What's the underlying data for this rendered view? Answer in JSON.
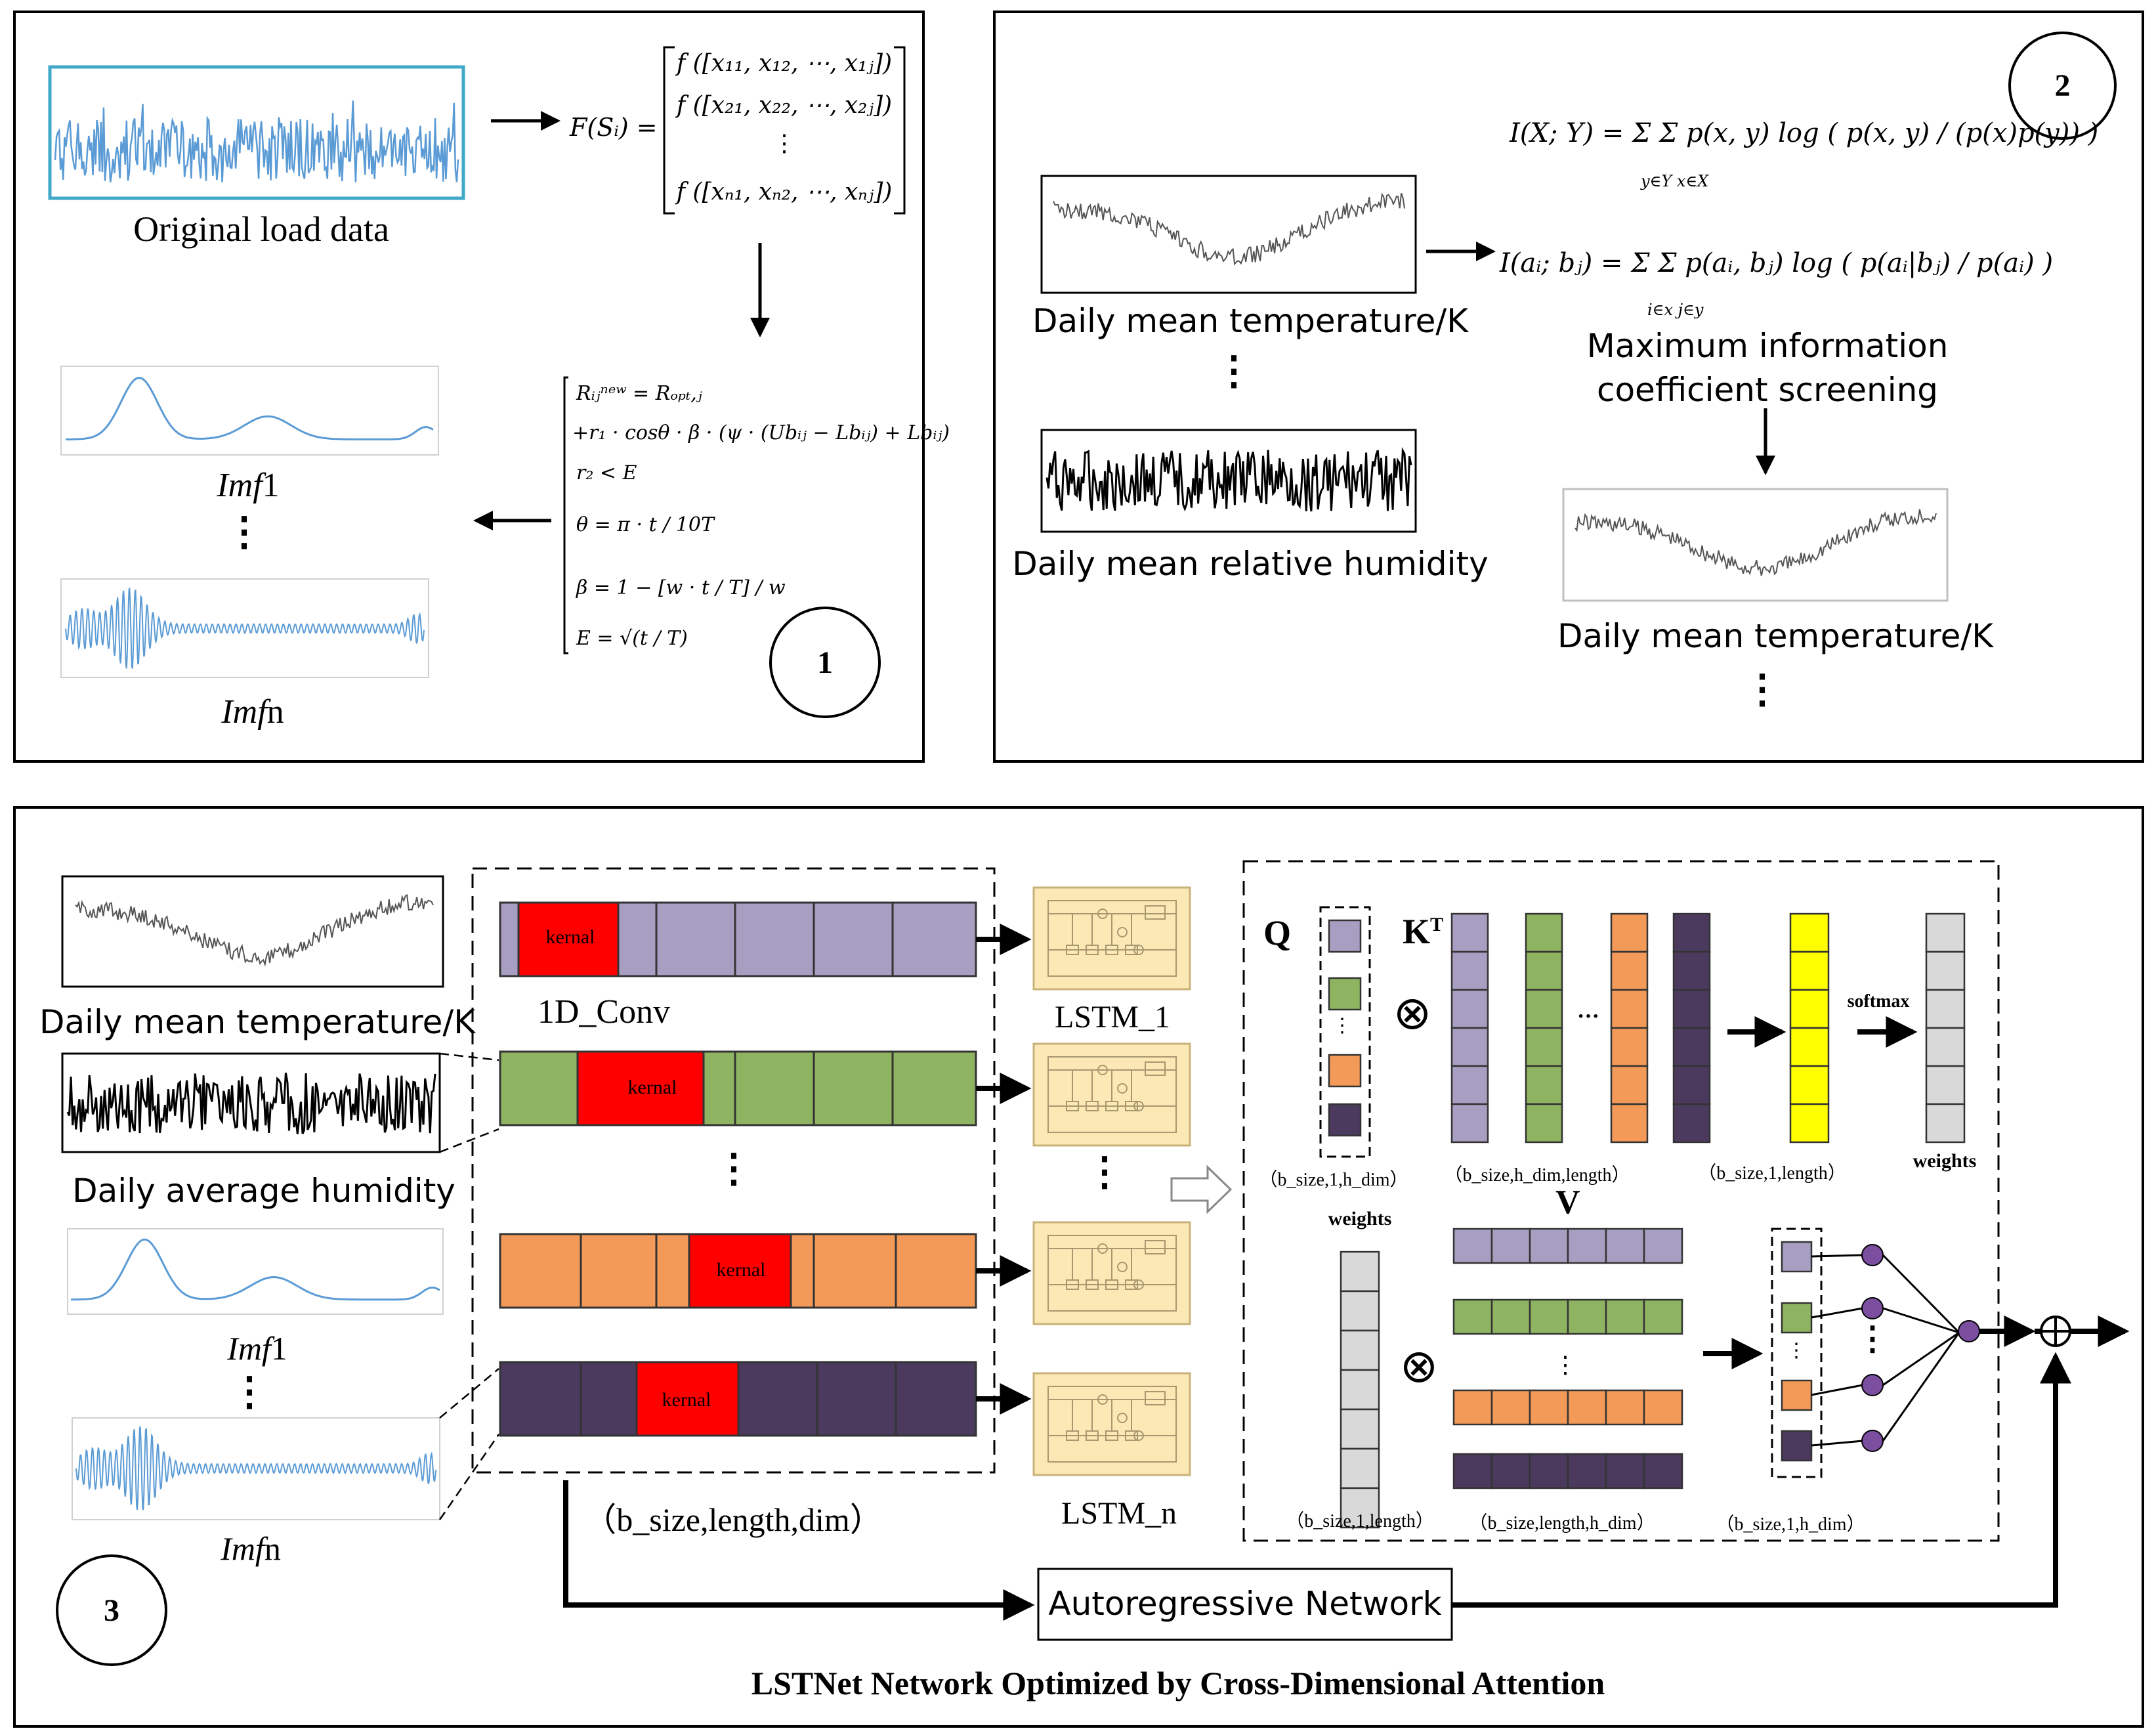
{
  "colors": {
    "purple": "#A89EC2",
    "green": "#8FB461",
    "orange": "#F39A58",
    "darkpurple": "#4B3A5E",
    "kernel": "#FF0000",
    "yellow": "#FFFF00",
    "gray": "#D9D9D9",
    "lstm_fill": "#FBE8B4",
    "signal_blue": "#5B9BD5",
    "dot_purple": "#7B4EA0"
  },
  "icons": [
    "arrow-icon",
    "tensor-product-icon",
    "plus-circle-icon",
    "lstm-cell-icon",
    "hollow-arrow-icon"
  ],
  "panel1": {
    "badge": "1",
    "original_label": "Original load data",
    "fs_lhs": "F(Sᵢ) =",
    "matrix_rows": [
      "f ([x₁₁, x₁₂, ⋯, x₁ⱼ])",
      "f ([x₂₁, x₂₂, ⋯, x₂ⱼ])",
      "⋮",
      "f ([xₙ₁, xₙ₂, ⋯, xₙⱼ])"
    ],
    "update_eqs": [
      "Rᵢⱼⁿᵉʷ = Rₒₚₜ,ⱼ",
      "+r₁ · cosθ · β · (ψ · (Ubᵢⱼ − Lbᵢⱼ) + Lbᵢⱼ)",
      "r₂ < E",
      "θ = π · t / 10T",
      "β = 1 − [w · t / T] / w",
      "E = √(t / T)"
    ],
    "imf1_prefix": "Imf",
    "imf1_suffix": "1",
    "imfn_prefix": "Imf",
    "imfn_suffix": "n",
    "vdots": "⋮"
  },
  "panel2": {
    "badge": "2",
    "temp_label": "Daily mean temperature/K",
    "humidity_label": "Daily mean relative humidity",
    "eq1": "I(X; Y) = Σ Σ p(x, y) log ( p(x, y) / (p(x)p(y)) )",
    "eq1_sub": "y∈Y   x∈X",
    "eq2": "I(aᵢ; bⱼ) = Σ Σ p(aᵢ, bⱼ) log ( p(aᵢ|bⱼ) / p(aᵢ) )",
    "eq2_sub": "i∈x   j∈y",
    "mic_line1": "Maximum information",
    "mic_line2": "coefficient screening",
    "result_label": "Daily mean temperature/K",
    "vdots": "⋮"
  },
  "panel3": {
    "badge": "3",
    "inputs": {
      "temp_label": "Daily mean temperature/K",
      "humidity_label": "Daily average humidity",
      "imf1_prefix": "Imf",
      "imf1_suffix": "1",
      "imfn_prefix": "Imf",
      "imfn_suffix": "n",
      "vdots": "⋮"
    },
    "conv": {
      "label": "1D_Conv",
      "kernel_label": "kernal",
      "shape": "（b_size,length,dim）",
      "vdots": "⋮"
    },
    "lstm": {
      "first": "LSTM_1",
      "last": "LSTM_n",
      "vdots": "⋮"
    },
    "attention": {
      "q": "Q",
      "k": "K",
      "k_sup": "T",
      "v": "V",
      "softmax": "softmax",
      "weights": "weights",
      "weights_top": "weights",
      "q_shape": "（b_size,1,h_dim）",
      "k_shape": "（b_size,h_dim,length）",
      "score_shape": "（b_size,1,length）",
      "w_shape": "（b_size,1,length）",
      "v_shape": "（b_size,length,h_dim）",
      "out_shape": "（b_size,1,h_dim）",
      "ellipsis_h": "···",
      "vdots": "⋮",
      "otimes": "⊗",
      "oplus": "⊕"
    },
    "ar_label": "Autoregressive Network",
    "title": "LSTNet Network Optimized by Cross-Dimensional Attention"
  }
}
